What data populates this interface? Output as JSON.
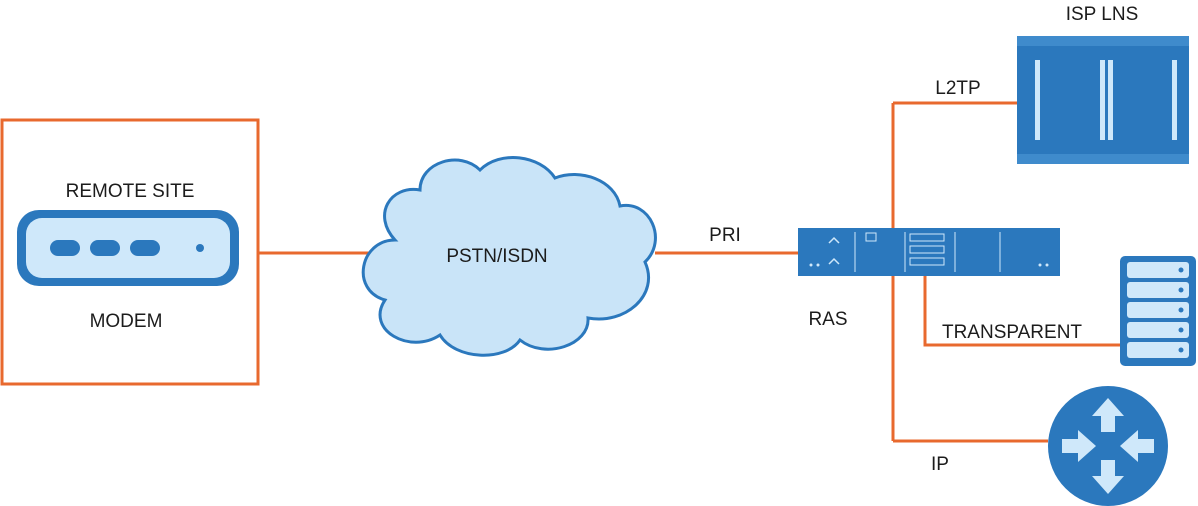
{
  "labels": {
    "remote_site": "REMOTE SITE",
    "modem": "MODEM",
    "cloud": "PSTN/ISDN",
    "pri": "PRI",
    "ras": "RAS",
    "isp_lns": "ISP LNS",
    "l2tp": "L2TP",
    "transparent": "TRANSPARENT",
    "ip": "IP"
  },
  "colors": {
    "link": "#e8692e",
    "device_blue": "#2b78bd",
    "device_light": "#cfe8fa",
    "cloud_fill": "#c9e4f8",
    "cloud_stroke": "#2b78bd",
    "text": "#1c1c1c"
  },
  "icons": {
    "modem": "modem-icon",
    "cloud": "cloud-icon",
    "ras": "rack-device-icon",
    "isp_lns": "server-chassis-icon",
    "transparent": "server-stack-icon",
    "ip": "router-icon"
  }
}
